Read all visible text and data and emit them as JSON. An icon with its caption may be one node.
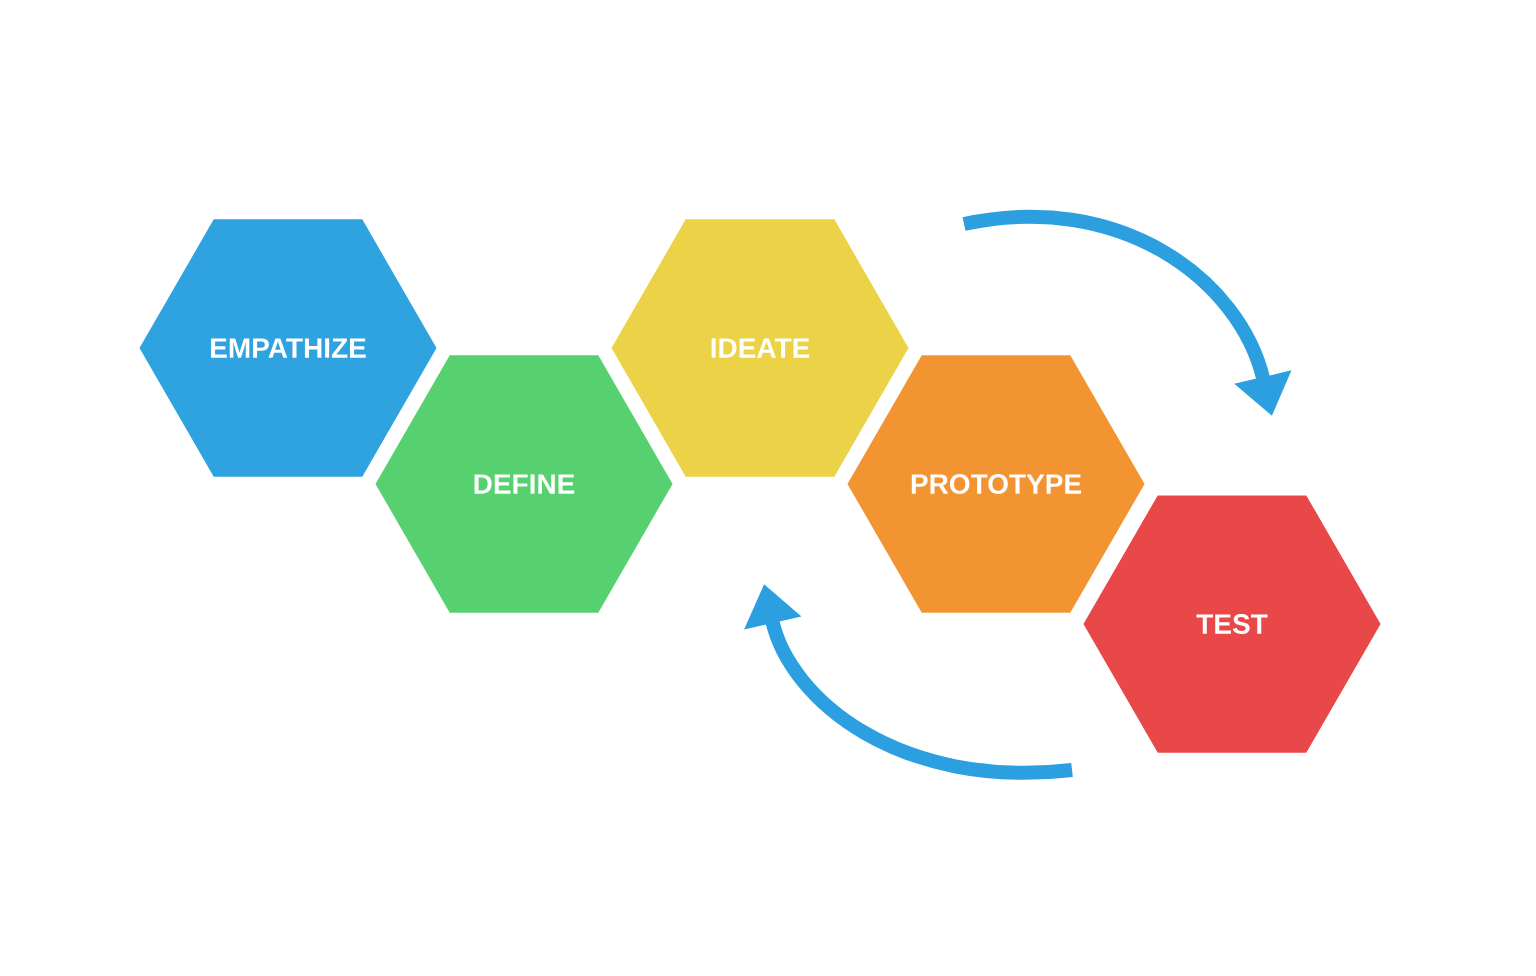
{
  "diagram": {
    "nodes": [
      {
        "text": [
          "EMPATHIZE"
        ]
      },
      {
        "text": [
          "DEFINE"
        ]
      },
      {
        "text": [
          "IDEATE"
        ]
      },
      {
        "text": [
          "PROTOTYPE"
        ]
      },
      {
        "text": [
          "TEST"
        ]
      }
    ]
  }
}
